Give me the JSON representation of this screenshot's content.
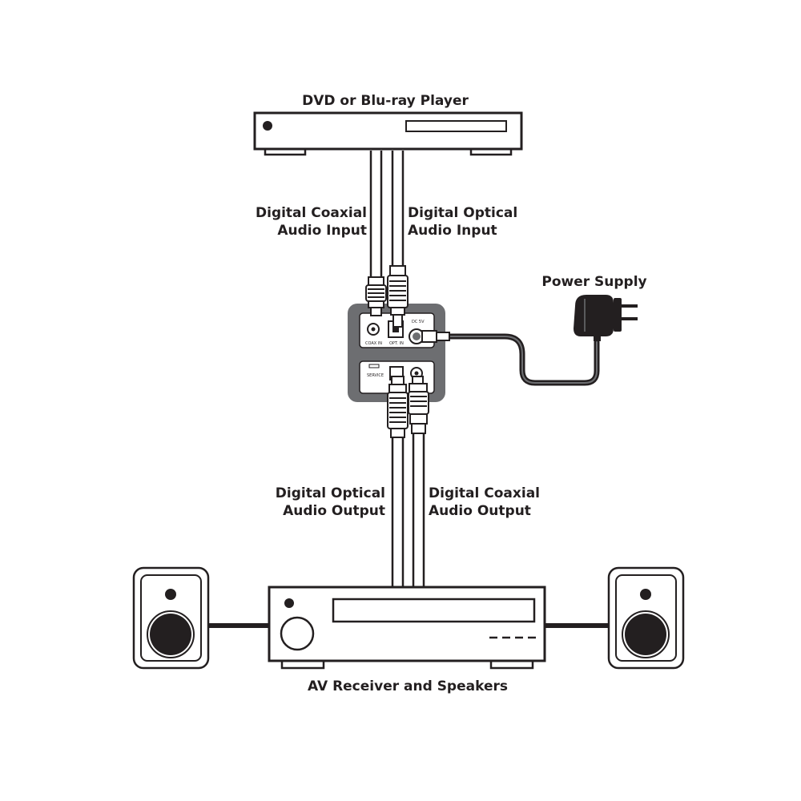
{
  "labels": {
    "source_device": "DVD or Blu-ray Player",
    "coax_input": [
      "Digital Coaxial",
      "Audio Input"
    ],
    "optical_input": [
      "Digital Optical",
      "Audio Input"
    ],
    "power_supply": "Power Supply",
    "optical_output": [
      "Digital Optical",
      "Audio Output"
    ],
    "coax_output": [
      "Digital Coaxial",
      "Audio Output"
    ],
    "sink_device": "AV Receiver and Speakers"
  },
  "port_labels": {
    "coax_in": "COAX IN",
    "opt_in": "OPT. IN",
    "dc": "DC 5V",
    "service": "SERVICE"
  },
  "colors": {
    "line": "#231f20",
    "device_fill": "#ffffff",
    "box_gray": "#6d6e71",
    "panel_fill": "#ffffff"
  }
}
